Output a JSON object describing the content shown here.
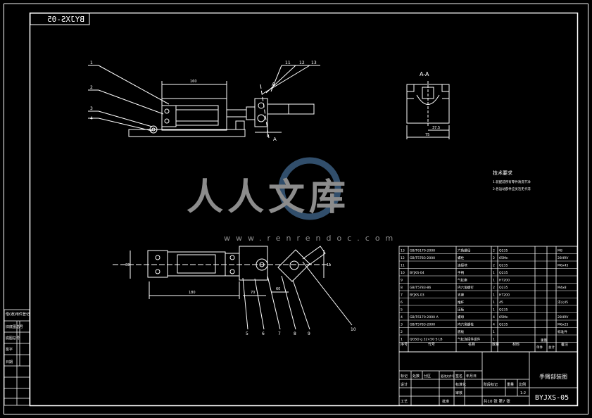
{
  "header": {
    "mirrored_code": "BYJXS-05"
  },
  "side_panel": {
    "rows": [
      "借(通)用件登记",
      "旧底图总号",
      "底图总号",
      "签字",
      "日期"
    ]
  },
  "section_label": "A-A",
  "section_marker": "A",
  "dims": {
    "d160": "160",
    "d37_5": "37.5",
    "d75": "75",
    "d180": "180",
    "d30": "30",
    "d70": "70",
    "d60": "60",
    "d11": "11"
  },
  "leaders_top": [
    "1",
    "2",
    "3",
    "4",
    "11",
    "12",
    "13"
  ],
  "leaders_bottom": [
    "5",
    "6",
    "7",
    "8",
    "9",
    "10"
  ],
  "tech_req": {
    "title": "技术要求",
    "lines": [
      "1.装配前所有零件清洗干净",
      "2.各运动部件应灵活无卡滞"
    ]
  },
  "watermark": {
    "brand": "人人文库",
    "url": "www.renrendoc.com"
  },
  "bom": {
    "rows": [
      [
        "13",
        "GB/T6170-2000",
        "六角螺母",
        "2",
        "Q235",
        "",
        "M8"
      ],
      [
        "12",
        "GB/T5783-2000",
        "螺栓",
        "2",
        "65Mn",
        "",
        "28HRV"
      ],
      [
        "11",
        "",
        "连接块",
        "2",
        "Q235",
        "",
        "M6x45"
      ],
      [
        "10",
        "BYJXS-04",
        "手柄",
        "1",
        "Q235",
        "",
        ""
      ],
      [
        "9",
        "",
        "气缸座",
        "1",
        "HT200",
        "",
        ""
      ],
      [
        "8",
        "GB/T5783-86",
        "内六角螺钉",
        "2",
        "Q235",
        "",
        "M4x8"
      ],
      [
        "7",
        "BYJXS-03",
        "支座",
        "1",
        "HT200",
        "",
        ""
      ],
      [
        "6",
        "",
        "推杆",
        "1",
        "45",
        "",
        "淬火45"
      ],
      [
        "5",
        "",
        "压板",
        "1",
        "Q235",
        "",
        ""
      ],
      [
        "4",
        "GB/T6170-2000 A",
        "螺母",
        "4",
        "65Mn",
        "",
        "28HRV"
      ],
      [
        "3",
        "GB/T5783-2000",
        "内六角螺栓",
        "4",
        "Q235",
        "",
        "M6x25"
      ],
      [
        "2",
        "",
        "底板",
        "1",
        "",
        "",
        "标准件"
      ],
      [
        "1",
        "QGSD g 32×50 S LB",
        "气缸连接件组件",
        "1",
        "",
        "",
        ""
      ]
    ],
    "header": [
      "序号",
      "代号",
      "名称",
      "数量",
      "材料",
      "单件",
      "总计",
      "备注"
    ],
    "weight_label": "重量"
  },
  "title_block": {
    "left_labels": [
      [
        "标记",
        "处数",
        "分区",
        "更改文件号",
        "签名",
        "年月日"
      ],
      [
        "设计",
        "",
        "标准化",
        ""
      ],
      [
        "",
        "",
        "审核",
        ""
      ],
      [
        "",
        "",
        "工艺",
        ""
      ],
      [
        "",
        "",
        "批准",
        ""
      ]
    ],
    "stage_labels": [
      "阶段标记",
      "重量",
      "比例"
    ],
    "scale": "1:2",
    "sheet_info": "共10 张 第7 张",
    "drawing_name": "手臂部装图",
    "drawing_code": "BYJXS-05"
  }
}
